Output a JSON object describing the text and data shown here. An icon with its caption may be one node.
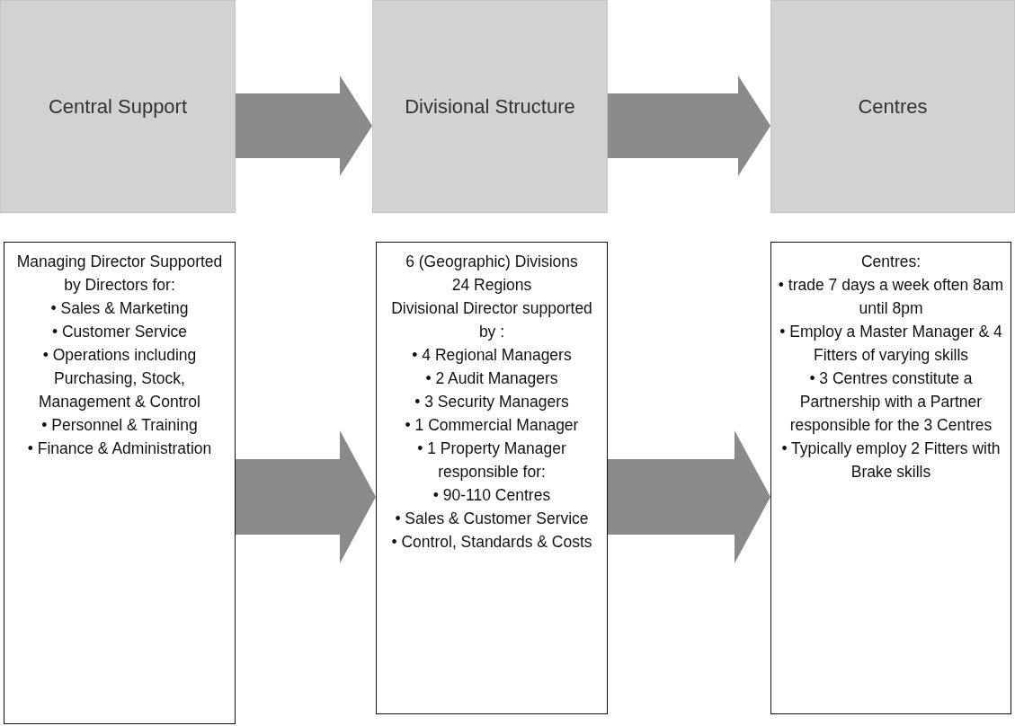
{
  "diagram": {
    "nodes": [
      {
        "text": [
          "Central Support"
        ]
      },
      {
        "text": [
          "Divisional Structure"
        ]
      },
      {
        "text": [
          "Centres"
        ]
      },
      {
        "text": [
          "Managing Director Supported by Directors for:",
          "• Sales & Marketing",
          "• Customer Service",
          "• Operations including Purchasing, Stock, Management & Control",
          "• Personnel & Training",
          "• Finance & Administration"
        ]
      },
      {
        "text": [
          "6 (Geographic) Divisions",
          "24 Regions",
          "Divisional Director supported by :",
          "• 4 Regional Managers",
          "• 2 Audit Managers",
          "• 3 Security Managers",
          "• 1 Commercial Manager",
          "• 1 Property Manager responsible for:",
          "• 90-110 Centres",
          "• Sales & Customer Service",
          "• Control, Standards & Costs"
        ]
      },
      {
        "text": [
          "Centres:",
          "• trade 7 days a week often 8am until 8pm",
          "• Employ a Master Manager & 4 Fitters of varying skills",
          "• 3 Centres constitute a Partnership with a Partner responsible for the 3 Centres",
          "• Typically employ 2 Fitters with Brake skills"
        ]
      }
    ],
    "edges": [
      {
        "from": 0,
        "to": 1,
        "arrow": "to"
      },
      {
        "from": 1,
        "to": 2,
        "arrow": "to"
      },
      {
        "from": 3,
        "to": 4,
        "arrow": "to"
      },
      {
        "from": 4,
        "to": 5,
        "arrow": "to"
      }
    ]
  }
}
